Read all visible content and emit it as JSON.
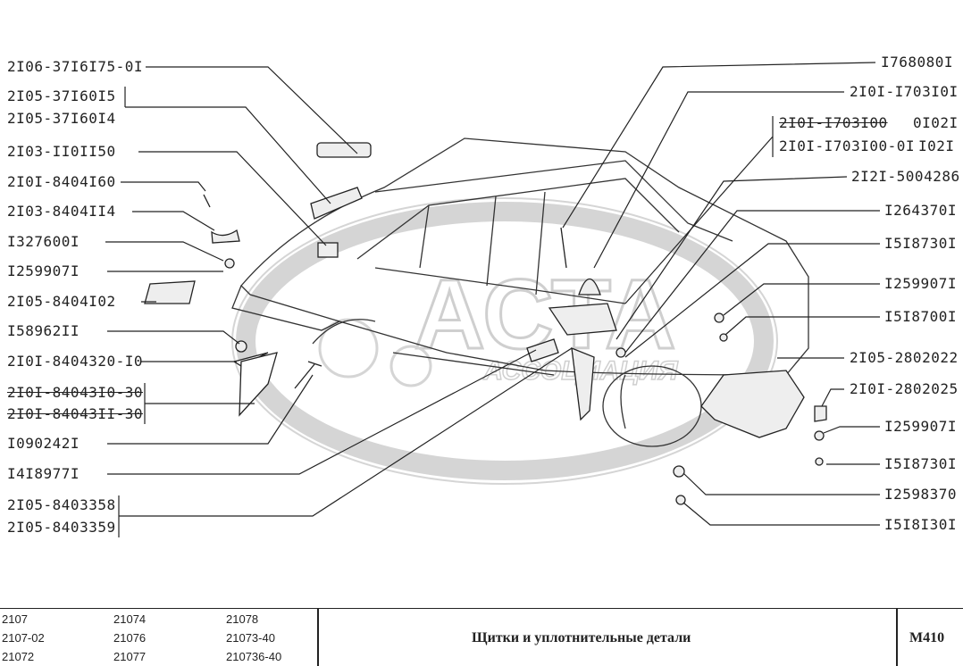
{
  "labels_left": [
    {
      "id": "l1",
      "text": "2I06-37I6I75-0I"
    },
    {
      "id": "l2",
      "text": "2I05-37I60I5"
    },
    {
      "id": "l3",
      "text": "2I05-37I60I4"
    },
    {
      "id": "l4",
      "text": "2I03-II0II50"
    },
    {
      "id": "l5",
      "text": "2I0I-8404I60"
    },
    {
      "id": "l6",
      "text": "2I03-8404II4"
    },
    {
      "id": "l7",
      "text": "I327600I"
    },
    {
      "id": "l8",
      "text": "I259907I"
    },
    {
      "id": "l9",
      "text": "2I05-8404I02"
    },
    {
      "id": "l10",
      "text": "I58962II"
    },
    {
      "id": "l11",
      "text": "2I0I-8404320-I0"
    },
    {
      "id": "l12",
      "text": "2I0I-84043I0-30"
    },
    {
      "id": "l13",
      "text": "2I0I-84043II-30"
    },
    {
      "id": "l14",
      "text": "I090242I"
    },
    {
      "id": "l15",
      "text": "I4I8977I"
    },
    {
      "id": "l16",
      "text": "2I05-8403358"
    },
    {
      "id": "l17",
      "text": "2I05-8403359"
    }
  ],
  "labels_right": [
    {
      "id": "r1",
      "text": "I768080I"
    },
    {
      "id": "r2",
      "text": "2I0I-I703I0I"
    },
    {
      "id": "r3",
      "text": "2I0I-I703I00"
    },
    {
      "id": "r3b",
      "text": "0I02I"
    },
    {
      "id": "r4",
      "text": "2I0I-I703I00-0I"
    },
    {
      "id": "r4b",
      "text": "I02I"
    },
    {
      "id": "r5",
      "text": "2I2I-5004286"
    },
    {
      "id": "r6",
      "text": "I264370I"
    },
    {
      "id": "r7",
      "text": "I5I8730I"
    },
    {
      "id": "r8",
      "text": "I259907I"
    },
    {
      "id": "r9",
      "text": "I5I8700I"
    },
    {
      "id": "r10",
      "text": "2I05-2802022"
    },
    {
      "id": "r11",
      "text": "2I0I-2802025"
    },
    {
      "id": "r12",
      "text": "I259907I"
    },
    {
      "id": "r13",
      "text": "I5I8730I"
    },
    {
      "id": "r14",
      "text": "I2598370"
    },
    {
      "id": "r15",
      "text": "I5I8I30I"
    }
  ],
  "watermark": {
    "main": "АСТА",
    "sub": "АССОЦИАЦИЯ"
  },
  "footer": {
    "models": [
      [
        "2107",
        "21074",
        "21078"
      ],
      [
        "2107-02",
        "21076",
        "21073-40"
      ],
      [
        "21072",
        "21077",
        "210736-40"
      ]
    ],
    "title": "Щитки и уплотнительные детали",
    "code": "M410"
  }
}
